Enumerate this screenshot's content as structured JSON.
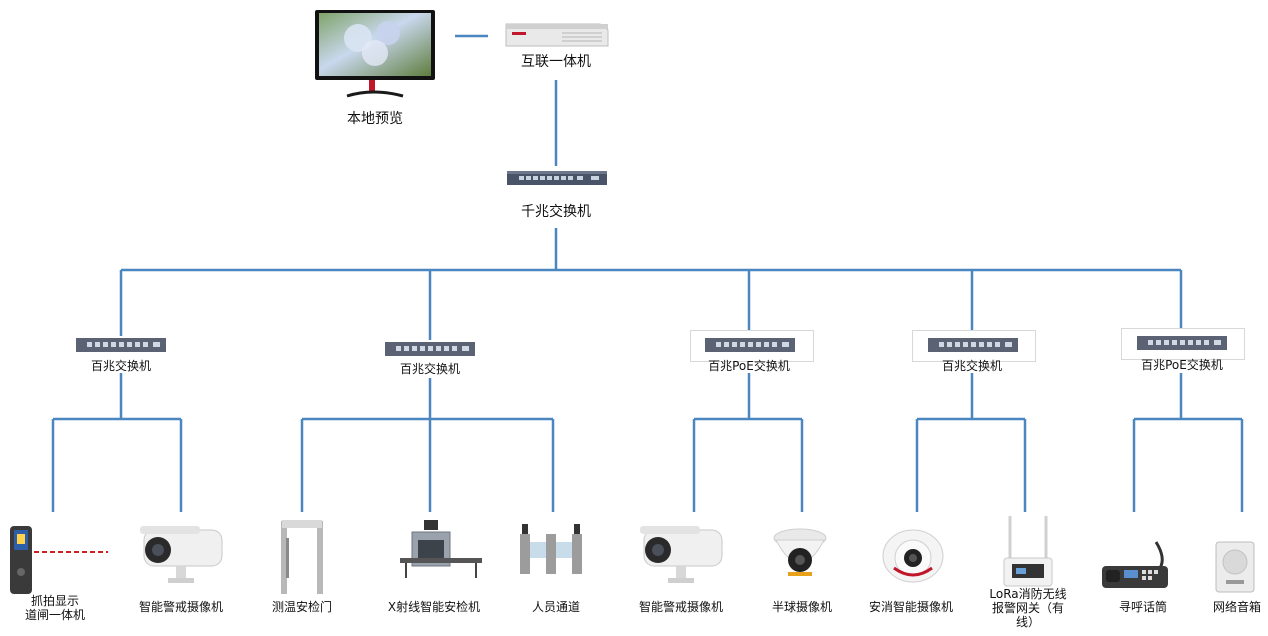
{
  "top": {
    "monitor_label": "本地预览",
    "nvr_label": "互联一体机",
    "core_switch_label": "千兆交换机"
  },
  "switches": [
    {
      "label": "百兆交换机"
    },
    {
      "label": "百兆交换机"
    },
    {
      "label": "百兆PoE交换机"
    },
    {
      "label": "百兆交换机"
    },
    {
      "label": "百兆PoE交换机"
    }
  ],
  "devices": [
    {
      "label": "抓拍显示\n道闸一体机",
      "icon": "turnstile-display-icon"
    },
    {
      "label": "智能警戒摄像机",
      "icon": "bullet-camera-icon"
    },
    {
      "label": "测温安检门",
      "icon": "security-gate-icon"
    },
    {
      "label": "X射线智能安检机",
      "icon": "xray-scanner-icon"
    },
    {
      "label": "人员通道",
      "icon": "turnstile-icon"
    },
    {
      "label": "智能警戒摄像机",
      "icon": "bullet-camera-icon"
    },
    {
      "label": "半球摄像机",
      "icon": "dome-camera-icon"
    },
    {
      "label": "安消智能摄像机",
      "icon": "turret-camera-icon"
    },
    {
      "label": "LoRa消防无线\n报警网关（有\n线）",
      "icon": "lora-gateway-icon"
    },
    {
      "label": "寻呼话筒",
      "icon": "paging-microphone-icon"
    },
    {
      "label": "网络音箱",
      "icon": "network-speaker-icon"
    }
  ],
  "colors": {
    "line": "#4a86c0",
    "switch_body": "#5a6274"
  }
}
